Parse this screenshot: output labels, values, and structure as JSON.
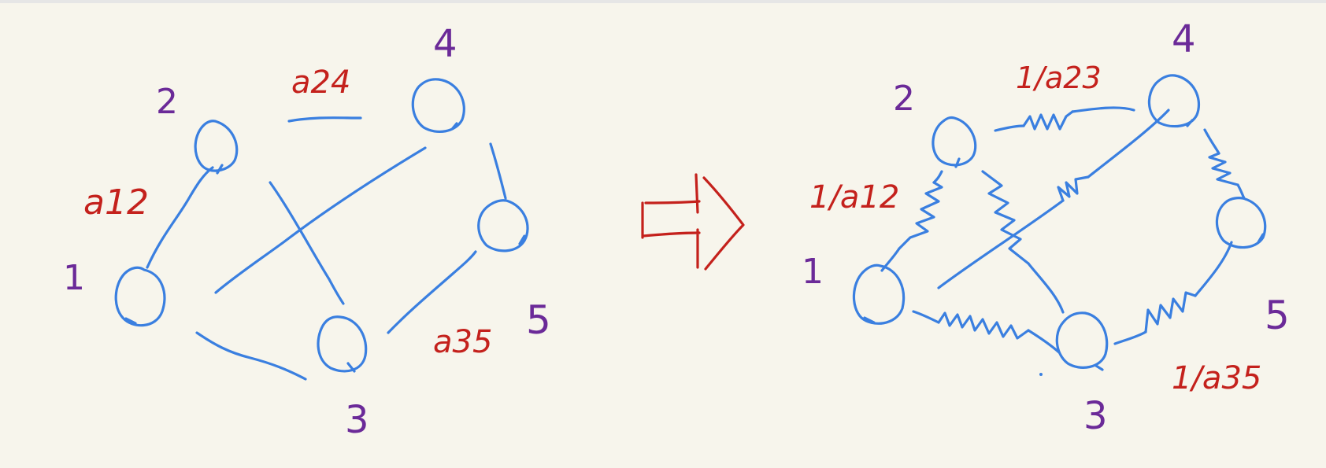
{
  "left_graph": {
    "nodes": {
      "n1": "1",
      "n2": "2",
      "n3": "3",
      "n4": "4",
      "n5": "5"
    },
    "weights": {
      "w12": "a12",
      "w24": "a24",
      "w35": "a35"
    }
  },
  "right_graph": {
    "nodes": {
      "n1": "1",
      "n2": "2",
      "n3": "3",
      "n4": "4",
      "n5": "5"
    },
    "resistances": {
      "r12": "1/a12",
      "r24": "1/a23",
      "r35": "1/a35"
    }
  },
  "colors": {
    "edge": "#3a7fe0",
    "weight": "#c4211c",
    "node_label": "#6b2a98",
    "background": "#f7f5ec"
  }
}
